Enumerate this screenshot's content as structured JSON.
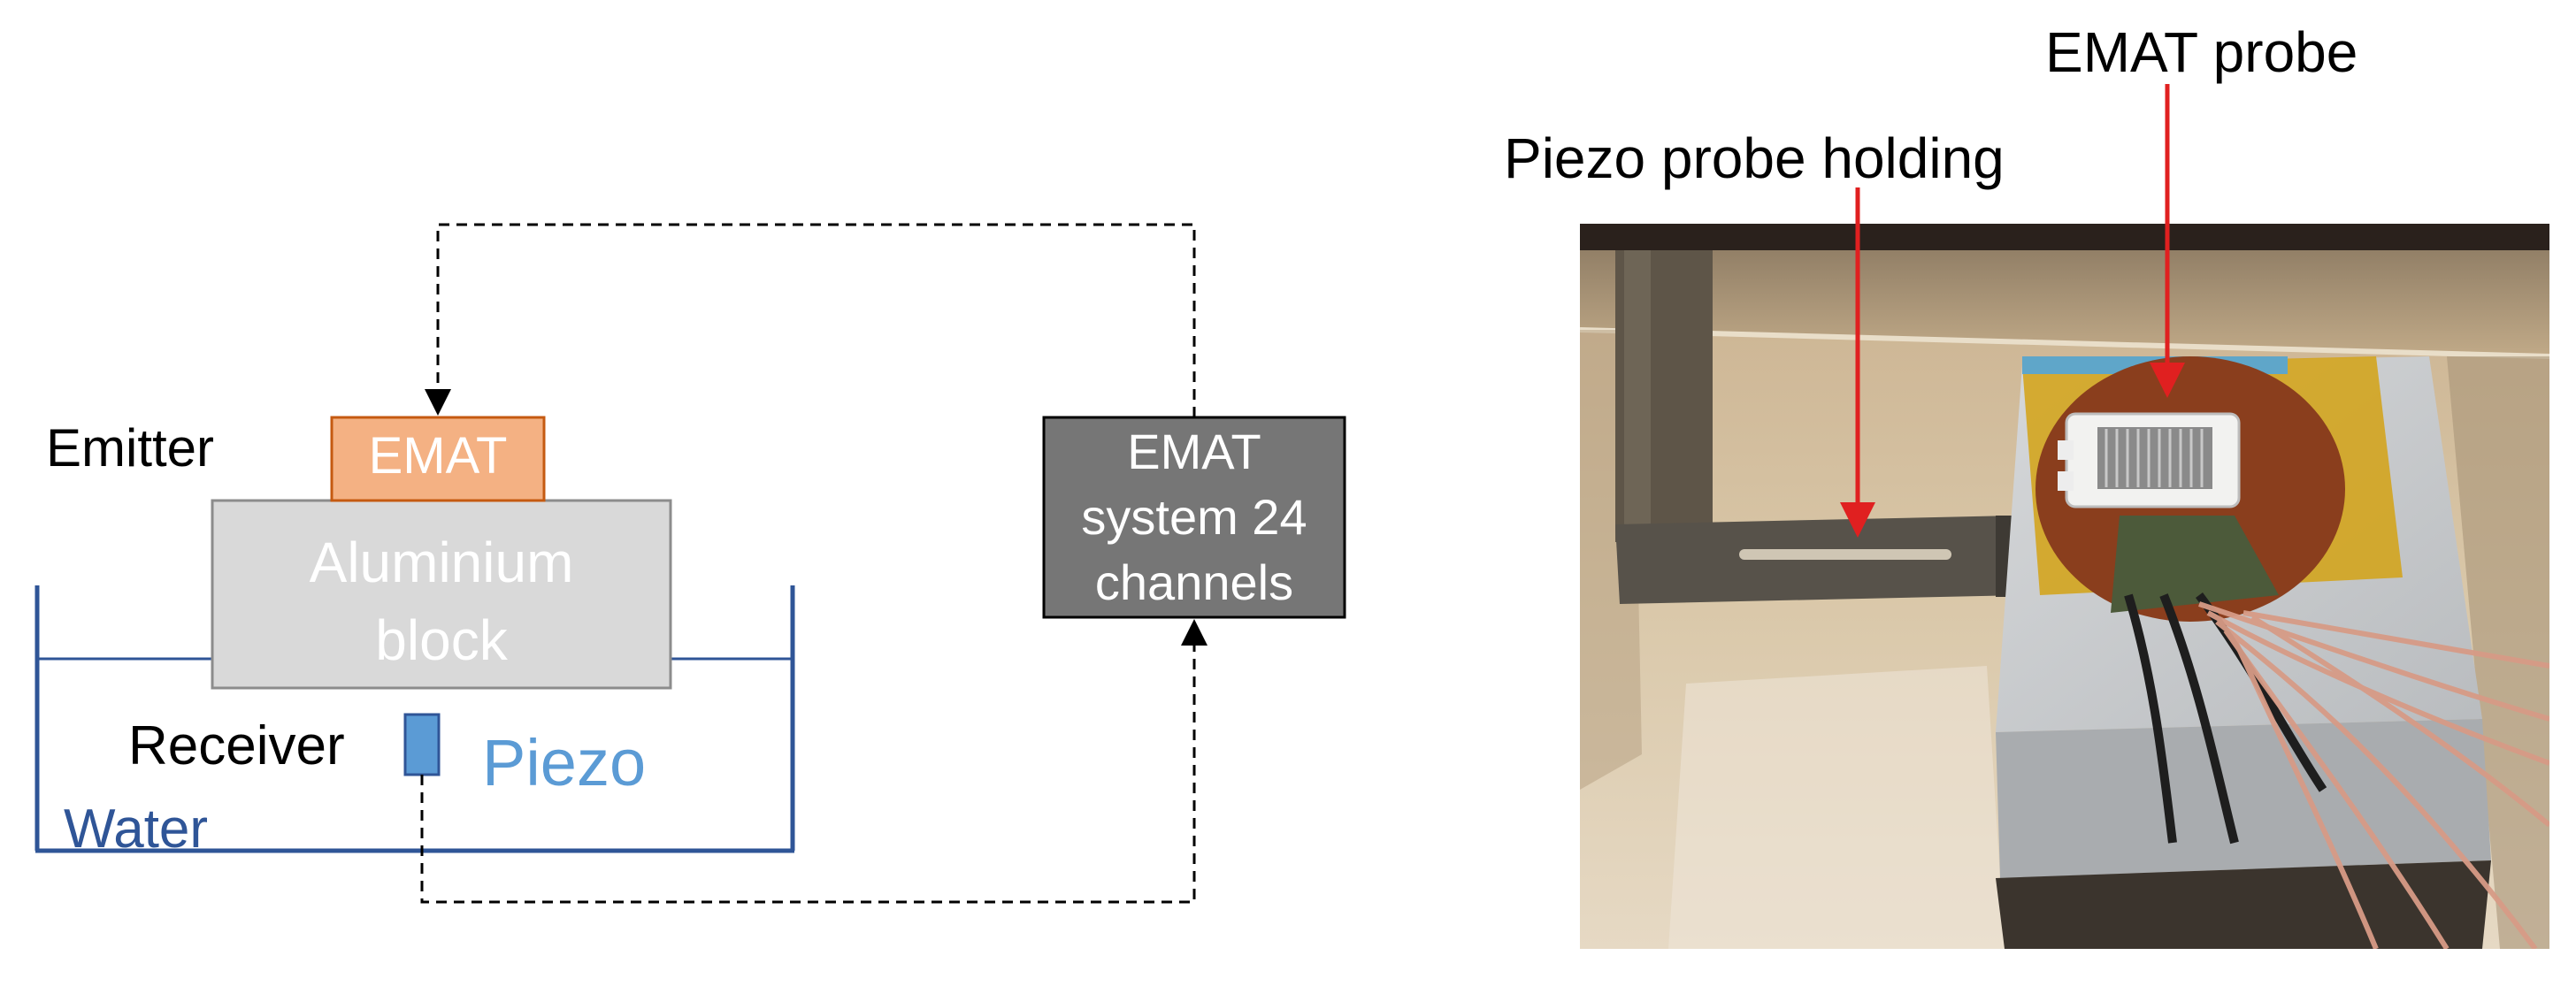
{
  "schematic": {
    "emitter_label": "Emitter",
    "emat_label": "EMAT",
    "block_label_line1": "Aluminium",
    "block_label_line2": "block",
    "receiver_label": "Receiver",
    "piezo_label": "Piezo",
    "water_label": "Water",
    "system_line1": "EMAT",
    "system_line2": "system 24",
    "system_line3": "channels"
  },
  "photo": {
    "emat_probe_label": "EMAT probe",
    "piezo_holding_label": "Piezo probe holding"
  },
  "colors": {
    "emat_fill": "#F4B183",
    "block_fill": "#D9D9D9",
    "system_fill": "#767676",
    "piezo_fill": "#5B9BD5",
    "tank_line": "#2F5597",
    "piezo_text": "#5B9BD5",
    "annotation_arrow": "#E02020"
  }
}
